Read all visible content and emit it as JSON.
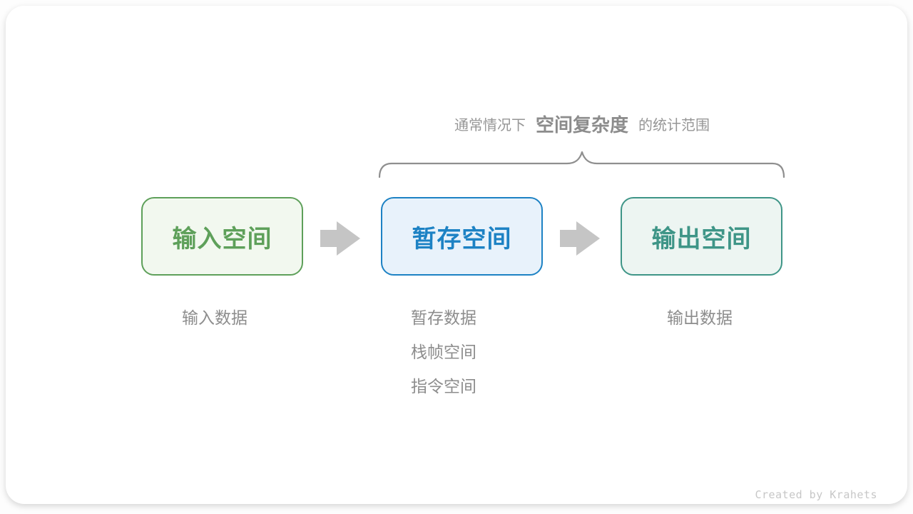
{
  "annotation": {
    "prefix": "通常情况下",
    "highlight": "空间复杂度",
    "suffix": "的统计范围"
  },
  "boxes": [
    {
      "id": "input",
      "label": "输入空间",
      "text_color": "#5ea05a",
      "border_color": "#5ea05a",
      "bg_color": "#f2f8ef"
    },
    {
      "id": "temp",
      "label": "暂存空间",
      "text_color": "#1d82c4",
      "border_color": "#1d82c4",
      "bg_color": "#e8f2fb"
    },
    {
      "id": "output",
      "label": "输出空间",
      "text_color": "#3e9587",
      "border_color": "#3e9587",
      "bg_color": "#edf5f2"
    }
  ],
  "notes": {
    "input": {
      "line1": "输入数据"
    },
    "temp": {
      "line1": "暂存数据",
      "line2": "栈帧空间",
      "line3": "指令空间"
    },
    "output": {
      "line1": "输出数据"
    }
  },
  "credit": "Created by Krahets",
  "colors": {
    "annotation_text": "#969696",
    "annotation_highlight": "#8c8c8c",
    "brace": "#8f8f8f",
    "arrow": "#c5c5c5",
    "note_text": "#8d8d8d",
    "credit_text": "#c7c7c7",
    "card_background": "#ffffff"
  }
}
